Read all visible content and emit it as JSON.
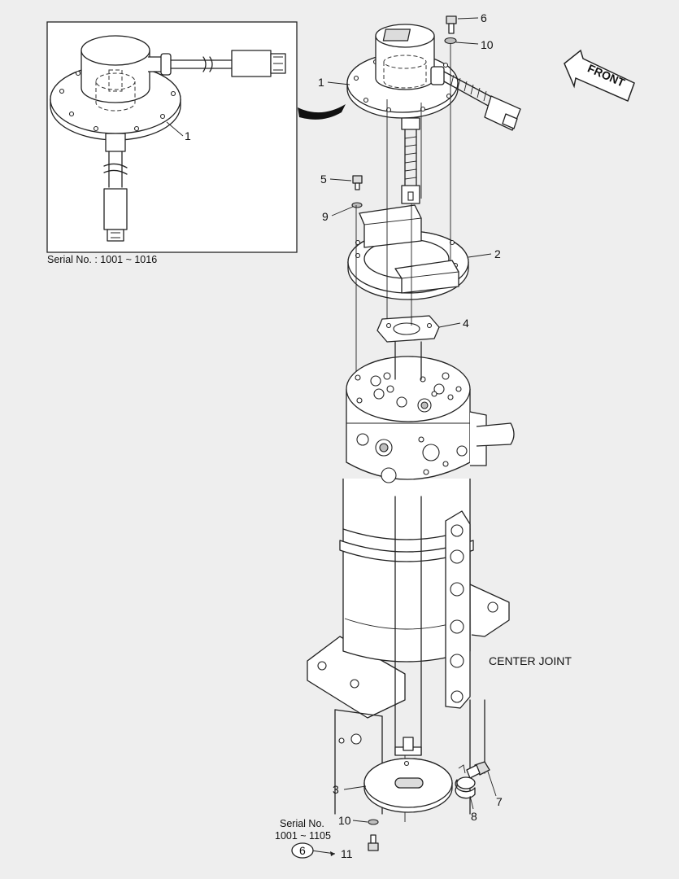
{
  "inset": {
    "callout": "1",
    "serial_caption": "Serial No. : 1001 ~ 1016"
  },
  "front_arrow": {
    "label": "FRONT"
  },
  "component_label": "CENTER JOINT",
  "callouts": [
    {
      "id": "c-6-top",
      "text": "6"
    },
    {
      "id": "c-10-top",
      "text": "10"
    },
    {
      "id": "c-1",
      "text": "1"
    },
    {
      "id": "c-5",
      "text": "5"
    },
    {
      "id": "c-9",
      "text": "9"
    },
    {
      "id": "c-2",
      "text": "2"
    },
    {
      "id": "c-4",
      "text": "4"
    },
    {
      "id": "c-3",
      "text": "3"
    },
    {
      "id": "c-7",
      "text": "7"
    },
    {
      "id": "c-8",
      "text": "8"
    },
    {
      "id": "c-10-bottom",
      "text": "10"
    },
    {
      "id": "c-11",
      "text": "11"
    }
  ],
  "serial_note": {
    "line1": "Serial No.",
    "line2": "1001 ~ 1105",
    "circled": "6"
  }
}
